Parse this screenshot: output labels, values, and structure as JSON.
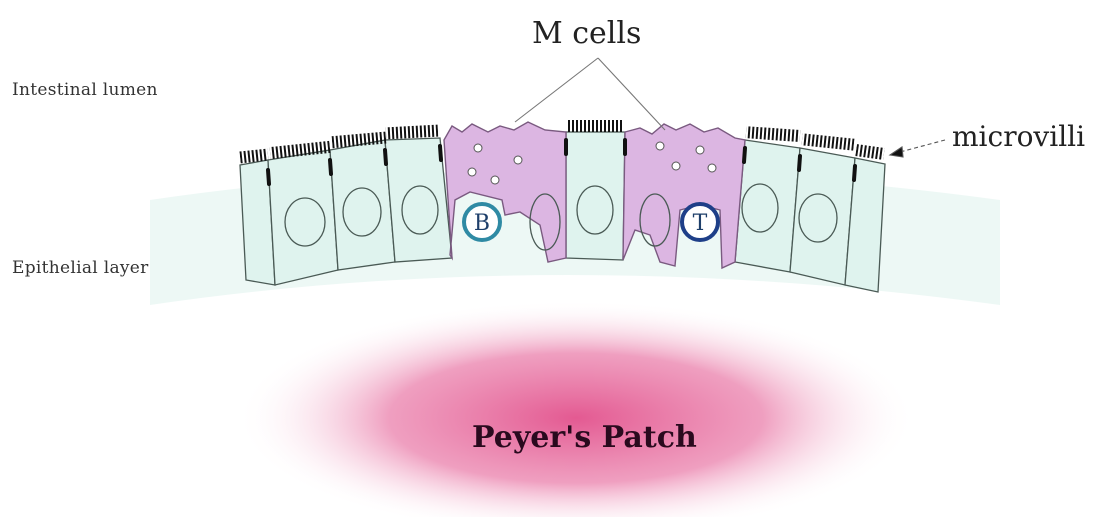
{
  "labels": {
    "intestinal_lumen": "Intestinal lumen",
    "epithelial_layer": "Epithelial layer",
    "m_cells": "M cells",
    "microvilli": "microvilli",
    "peyers_patch": "Peyer's Patch",
    "b_cell": "B",
    "t_cell": "T"
  },
  "colors": {
    "epithelium": "#dff3ee",
    "m_cell": "#dcb6e2",
    "m_cell_outline": "#7a5a80",
    "cell_outline": "#4a5a55",
    "junction": "#111111",
    "b_ring": "#2f8aa4",
    "t_ring": "#1e3f88",
    "peyers_patch": "#e2518c"
  }
}
